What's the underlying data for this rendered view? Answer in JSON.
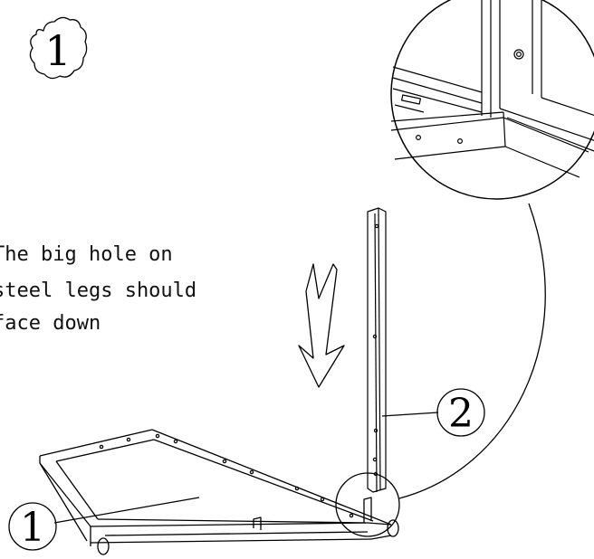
{
  "step": {
    "number": "1"
  },
  "instruction": {
    "lines": [
      "The big hole on",
      "steel legs should",
      "face down"
    ]
  },
  "callouts": {
    "part_1": "1",
    "part_2": "2"
  },
  "colors": {
    "line": "#000000",
    "background": "#ffffff"
  },
  "icons": {
    "step_badge": "scalloped-circle-icon",
    "direction": "down-arrow-icon"
  }
}
